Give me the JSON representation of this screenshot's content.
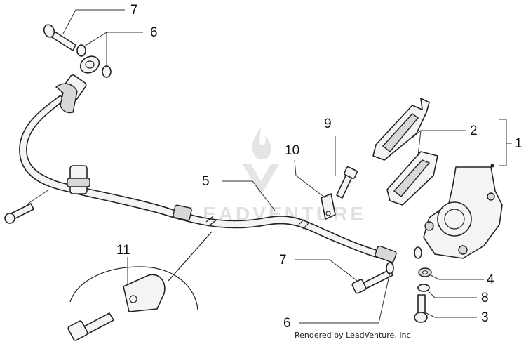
{
  "callouts": {
    "c1": "1",
    "c2": "2",
    "c3": "3",
    "c4": "4",
    "c5": "5",
    "c6_top": "6",
    "c6_bottom": "6",
    "c7_top": "7",
    "c7_bottom": "7",
    "c8": "8",
    "c9": "9",
    "c10": "10",
    "c11": "11"
  },
  "credit": "Rendered by LeadVenture, Inc.",
  "watermark": "LEADVENTURE",
  "colors": {
    "ink": "#222222",
    "paper": "#ffffff",
    "watermark": "#cfcfcf"
  }
}
